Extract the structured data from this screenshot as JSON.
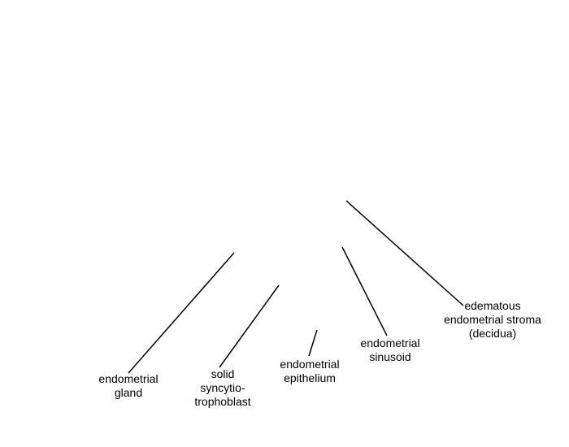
{
  "labels": {
    "endometrial_gland": [
      "endometrial",
      "gland"
    ],
    "solid_syncytiotrophoblast": [
      "solid",
      "syncytio-",
      "trophoblast"
    ],
    "endometrial_epithelium": [
      "endometrial",
      "epithelium"
    ],
    "endometrial_sinusoid": [
      "endometrial",
      "sinusoid"
    ],
    "edematous_stroma": [
      "edematous",
      "endometrial stroma",
      "(decidua)"
    ]
  },
  "colors": {
    "line": "#000000",
    "text": "#000000",
    "background": "#ffffff"
  }
}
